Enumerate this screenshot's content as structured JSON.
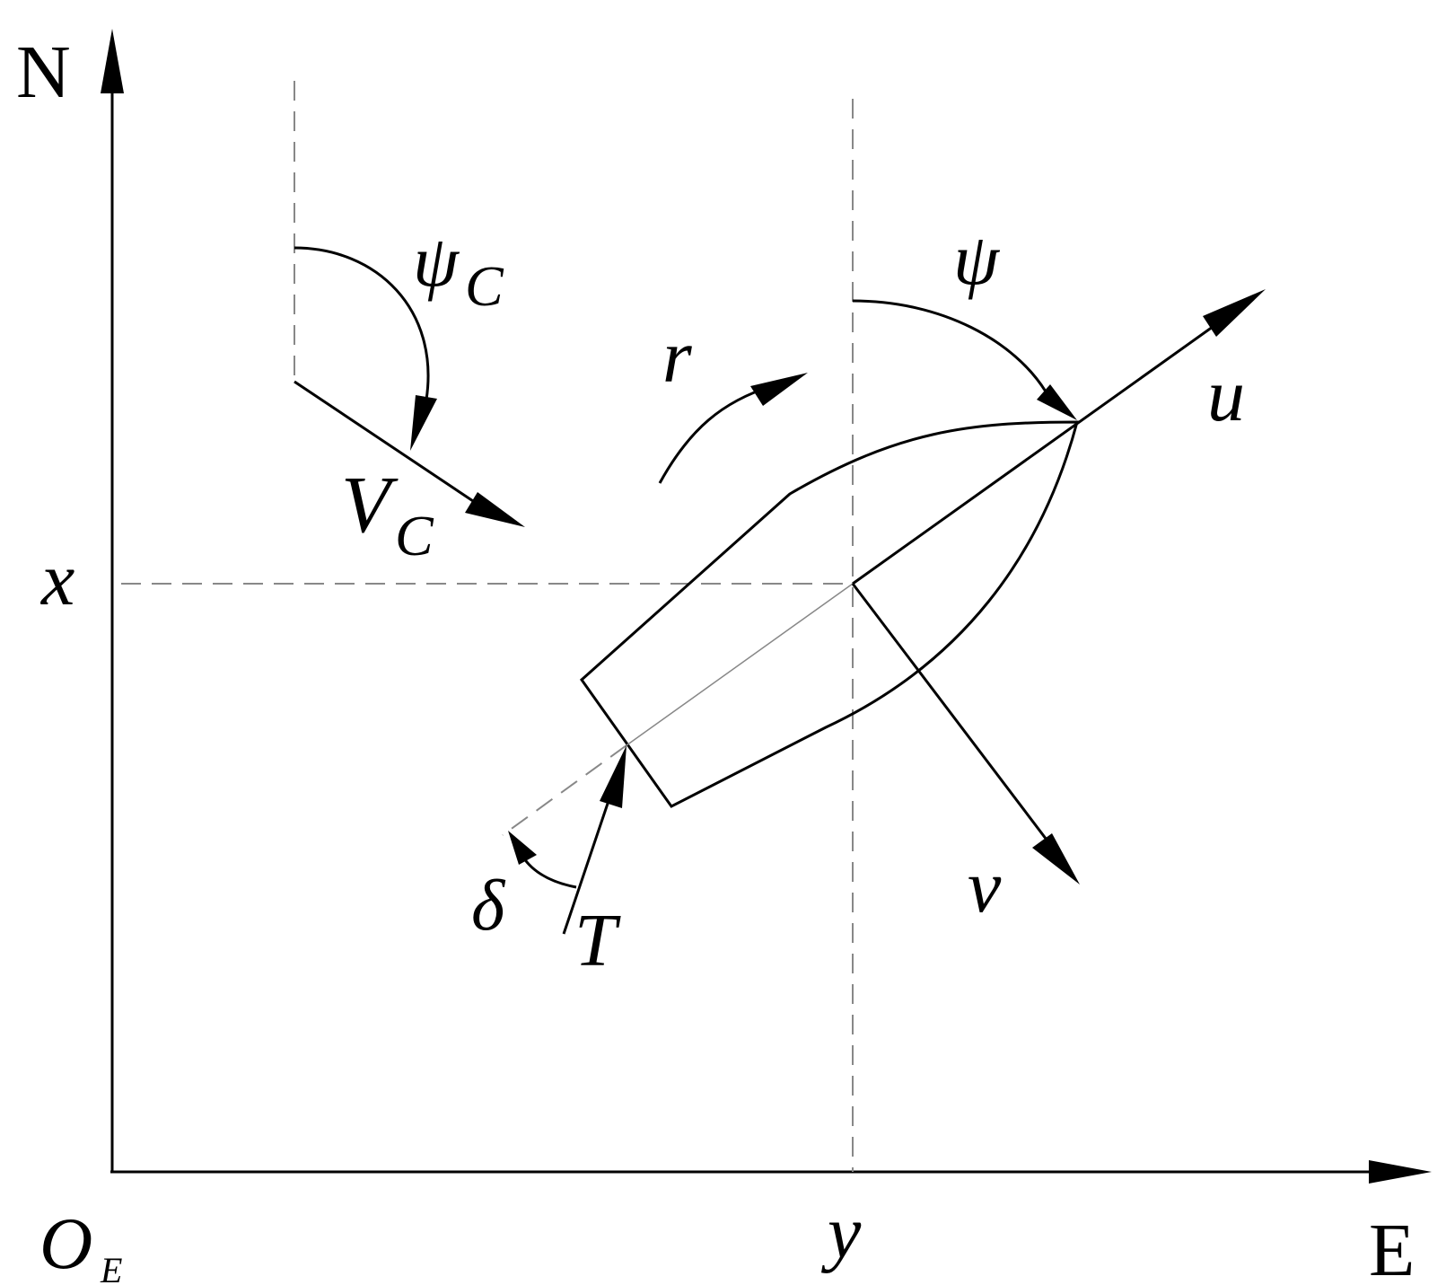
{
  "labels": {
    "north": "N",
    "east": "E",
    "origin_main": "O",
    "origin_sub": "E",
    "x": "x",
    "y": "y",
    "psi_c_main": "ψ",
    "psi_c_sub": "C",
    "vc_main": "V",
    "vc_sub": "C",
    "r": "r",
    "psi": "ψ",
    "u": "u",
    "v": "v",
    "delta": "δ",
    "thrust": "T"
  }
}
